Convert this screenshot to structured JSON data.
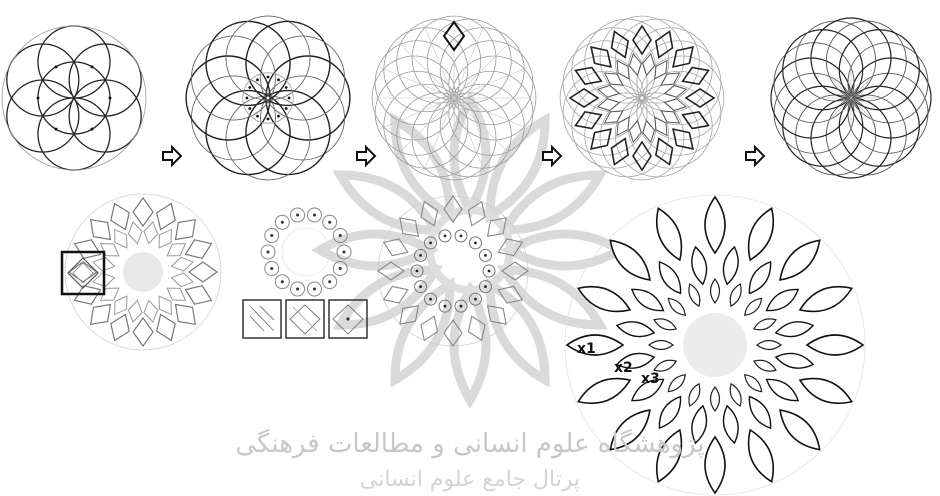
{
  "labels": {
    "x1": "x1",
    "x2": "x2",
    "x3": "x3"
  },
  "watermark": {
    "line1": "پژوهشگاه علوم انسانی و مطالعات فرهنگی",
    "line2": "پرتال جامع علوم انسانی"
  },
  "icons": {
    "arrow": "right-arrow-icon",
    "watermark_emblem": "institute-emblem"
  },
  "colors": {
    "stroke": "#1a1a1a",
    "light_stroke": "#9a9a9a",
    "watermark": "#c8c8c8"
  }
}
